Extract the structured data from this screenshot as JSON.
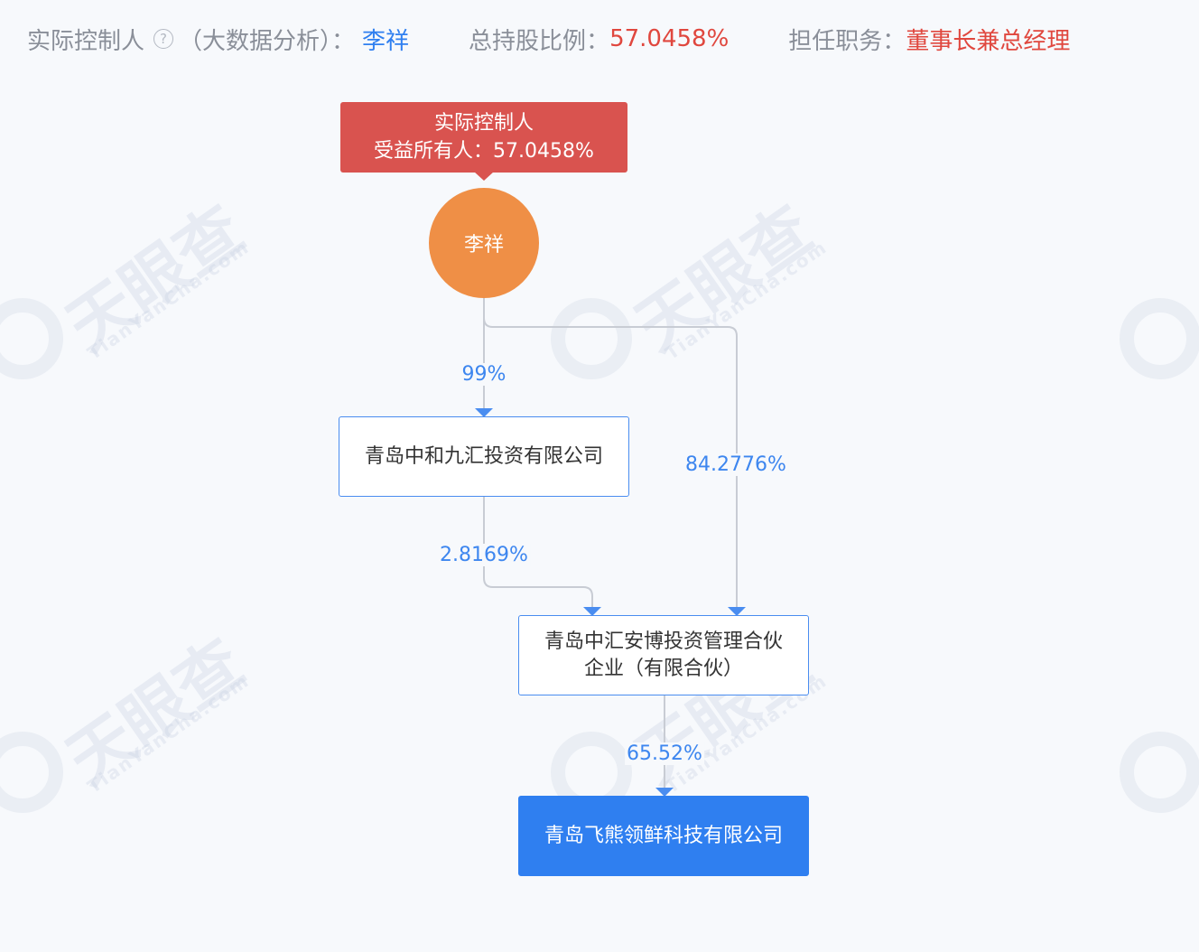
{
  "header": {
    "controller_label": "实际控制人",
    "analysis_label": "（大数据分析）：",
    "controller_name": "李祥",
    "ratio_label": "总持股比例：",
    "ratio_value": "57.0458%",
    "position_label": "担任职务：",
    "position_value": "董事长兼总经理"
  },
  "watermark": {
    "brand": "天眼查",
    "url": "TianYanCha.com"
  },
  "diagram": {
    "badge_line1": "实际控制人",
    "badge_line2": "受益所有人：57.0458%",
    "person": "李祥",
    "company_a": "青岛中和九汇投资有限公司",
    "company_b_line1": "青岛中汇安博投资管理合伙",
    "company_b_line2": "企业（有限合伙）",
    "target": "青岛飞熊领鲜科技有限公司",
    "edges": {
      "person_to_a": "99%",
      "person_to_b": "84.2776%",
      "a_to_b": "2.8169%",
      "b_to_target": "65.52%"
    }
  },
  "colors": {
    "accent_blue": "#2f7ff0",
    "highlight_red": "#e0473e",
    "badge_red": "#d9534f",
    "person_orange": "#ef8f46",
    "edge_gray": "#c8ccd4"
  }
}
